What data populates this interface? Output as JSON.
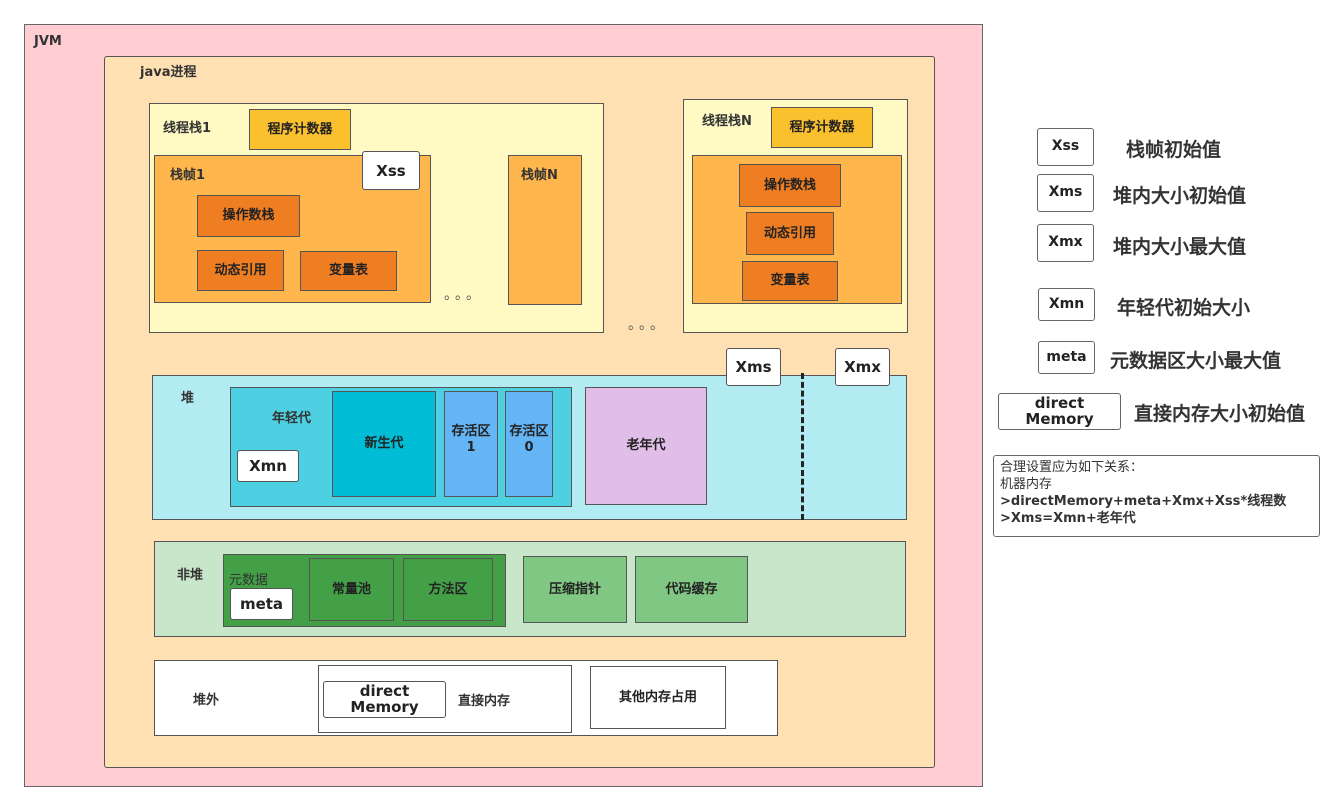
{
  "jvm": {
    "label": "JVM"
  },
  "process": {
    "label": "java进程"
  },
  "stack1": {
    "label": "线程栈1",
    "pc": "程序计数器",
    "frame1": {
      "label": "栈帧1",
      "xss": "Xss",
      "opstack": "操作数栈",
      "dynref": "动态引用",
      "vartable": "变量表"
    },
    "frameN": {
      "label": "栈帧N"
    },
    "ellipsis": "。。。"
  },
  "stackN": {
    "label": "线程栈N",
    "pc": "程序计数器",
    "opstack": "操作数栈",
    "dynref": "动态引用",
    "vartable": "变量表"
  },
  "between_stacks_ellipsis": "。。。",
  "heap": {
    "label": "堆",
    "xms": "Xms",
    "xmx": "Xmx",
    "young": {
      "label": "年轻代",
      "xmn": "Xmn",
      "eden": "新生代",
      "survivor1": "存活区\n1",
      "survivor0": "存活区\n0"
    },
    "old": "老年代"
  },
  "nonheap": {
    "label": "非堆",
    "metadata": {
      "label": "元数据",
      "meta": "meta",
      "constpool": "常量池",
      "methodarea": "方法区"
    },
    "compressed": "压缩指针",
    "codecache": "代码缓存"
  },
  "offheap": {
    "label": "堆外",
    "direct_key": "direct\nMemory",
    "direct_label": "直接内存",
    "other": "其他内存占用"
  },
  "legend": [
    {
      "key": "Xss",
      "desc": "栈帧初始值"
    },
    {
      "key": "Xms",
      "desc": "堆内大小初始值"
    },
    {
      "key": "Xmx",
      "desc": "堆内大小最大值"
    },
    {
      "key": "Xmn",
      "desc": "年轻代初始大小"
    },
    {
      "key": "meta",
      "desc": "元数据区大小最大值"
    },
    {
      "key": "direct\nMemory",
      "desc": "直接内存大小初始值"
    }
  ],
  "note": {
    "line1": "合理设置应为如下关系：",
    "line2": "机器内存",
    "line3": ">directMemory+meta+Xmx+Xss*线程数",
    "line4": ">Xms=Xmn+老年代"
  },
  "colors": {
    "jvm_bg": "#ffcdd2",
    "process_bg": "#ffe0b2",
    "stack_bg": "#fff9c4",
    "frame_bg": "#ffb74d",
    "pc_bg": "#fbc02d",
    "op_bg": "#ef7d22",
    "heap_bg": "#b2ebf2",
    "young_bg": "#4dd0e1",
    "eden_bg": "#00bcd4",
    "survivor_bg": "#64b5f6",
    "old_bg": "#e1bee7",
    "nonheap_bg": "#c8e6c9",
    "meta_bg": "#43a047",
    "nonheap_item_bg": "#81c784"
  }
}
